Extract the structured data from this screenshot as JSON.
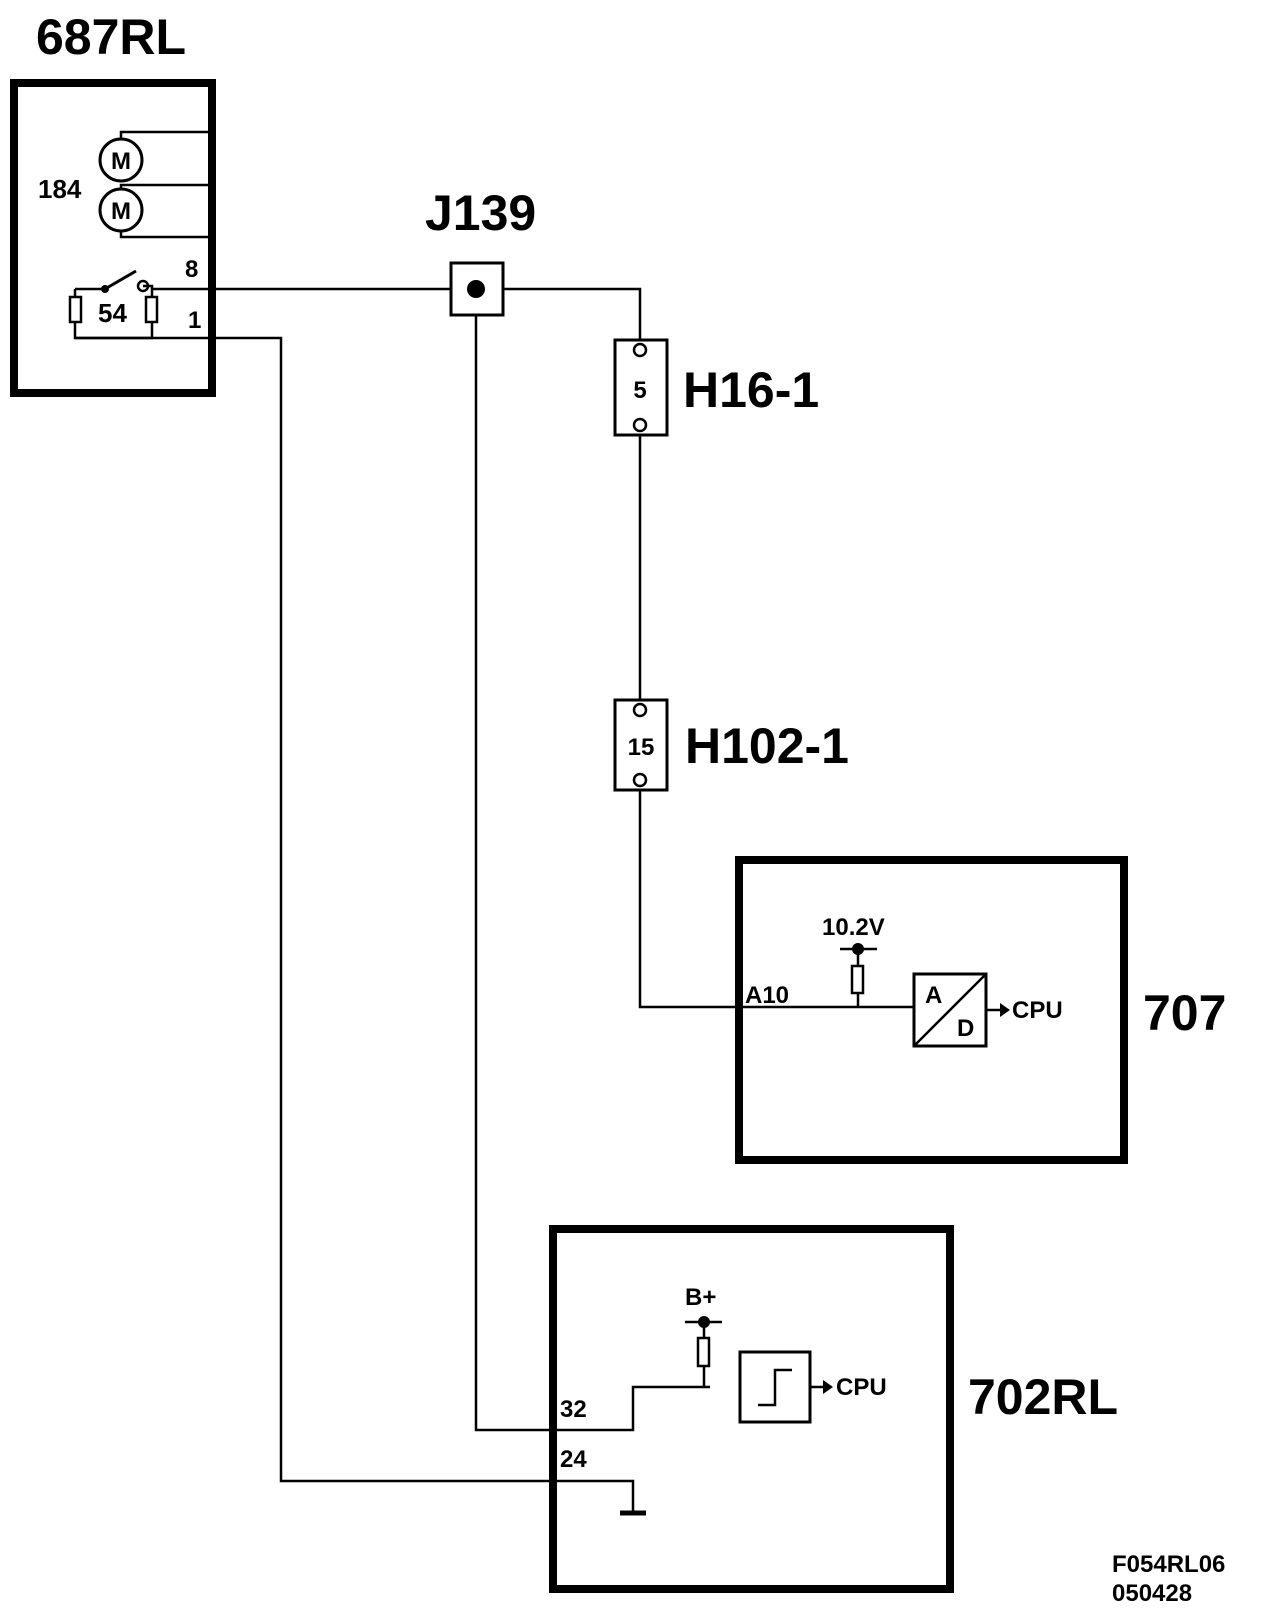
{
  "components": {
    "motor_module": {
      "id": "687RL",
      "motor_label": "184",
      "motor_symbol": "M",
      "switch_label": "54",
      "pin_top": "8",
      "pin_bottom": "1"
    },
    "junction": {
      "id": "J139"
    },
    "connector_1": {
      "id": "H16-1",
      "pin": "5"
    },
    "connector_2": {
      "id": "H102-1",
      "pin": "15"
    },
    "module_707": {
      "id": "707",
      "pin": "A10",
      "supply": "10.2V",
      "converter_in": "A",
      "converter_out": "D",
      "output": "CPU"
    },
    "module_702": {
      "id": "702RL",
      "pin_signal": "32",
      "pin_ground": "24",
      "supply": "B+",
      "output": "CPU"
    }
  },
  "footer": {
    "drawing_id": "F054RL06",
    "date_code": "050428"
  }
}
